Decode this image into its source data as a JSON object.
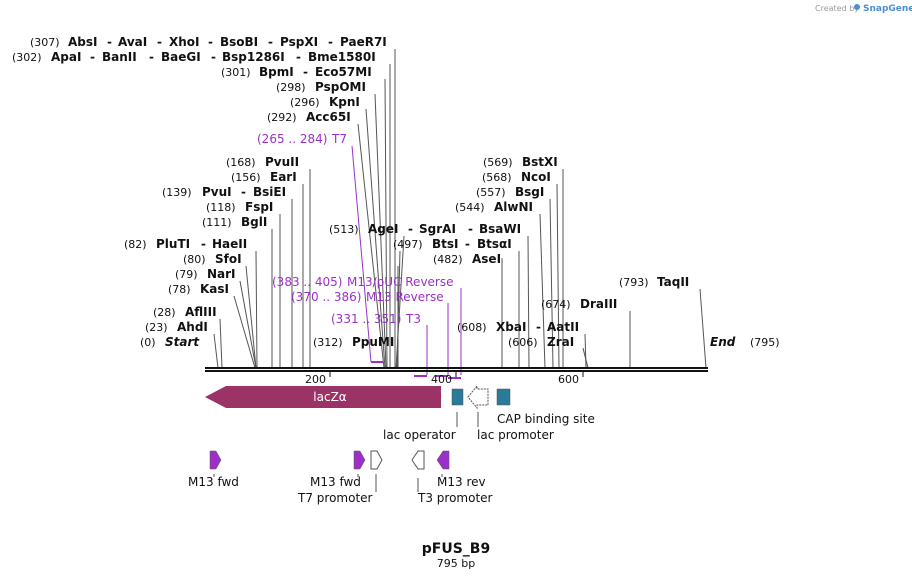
{
  "credit": {
    "text": "Created by",
    "brand": "SnapGene"
  },
  "map": {
    "name": "pFUS_B9",
    "length_label": "795 bp",
    "ticks": [
      "200",
      "400",
      "600"
    ],
    "start_label": "Start",
    "start_pos": "(0)",
    "end_label": "End",
    "end_pos": "(795)"
  },
  "sites": [
    {
      "pos": "(307)",
      "names": [
        "AbsI",
        "AvaI",
        "XhoI",
        "BsoBI",
        "PspXI",
        "PaeR7I"
      ]
    },
    {
      "pos": "(302)",
      "names": [
        "ApaI",
        "BanII",
        "BaeGI",
        "Bsp1286I",
        "Bme1580I"
      ]
    },
    {
      "pos": "(301)",
      "names": [
        "BpmI",
        "Eco57MI"
      ]
    },
    {
      "pos": "(298)",
      "names": [
        "PspOMI"
      ]
    },
    {
      "pos": "(296)",
      "names": [
        "KpnI"
      ]
    },
    {
      "pos": "(292)",
      "names": [
        "Acc65I"
      ]
    },
    {
      "pos": "(168)",
      "names": [
        "PvuII"
      ]
    },
    {
      "pos": "(156)",
      "names": [
        "EarI"
      ]
    },
    {
      "pos": "(139)",
      "names": [
        "PvuI",
        "BsiEI"
      ]
    },
    {
      "pos": "(118)",
      "names": [
        "FspI"
      ]
    },
    {
      "pos": "(111)",
      "names": [
        "BglI"
      ]
    },
    {
      "pos": "(82)",
      "names": [
        "PluTI",
        "HaeII"
      ]
    },
    {
      "pos": "(80)",
      "names": [
        "SfoI"
      ]
    },
    {
      "pos": "(79)",
      "names": [
        "NarI"
      ]
    },
    {
      "pos": "(78)",
      "names": [
        "KasI"
      ]
    },
    {
      "pos": "(28)",
      "names": [
        "AflIII"
      ]
    },
    {
      "pos": "(23)",
      "names": [
        "AhdI"
      ]
    },
    {
      "pos": "(513)",
      "names": [
        "AgeI",
        "SgrAI",
        "BsaWI"
      ]
    },
    {
      "pos": "(497)",
      "names": [
        "BtsI",
        "BtsαI"
      ]
    },
    {
      "pos": "(482)",
      "names": [
        "AseI"
      ]
    },
    {
      "pos": "(312)",
      "names": [
        "PpuMI"
      ]
    },
    {
      "pos": "(569)",
      "names": [
        "BstXI"
      ]
    },
    {
      "pos": "(568)",
      "names": [
        "NcoI"
      ]
    },
    {
      "pos": "(557)",
      "names": [
        "BsgI"
      ]
    },
    {
      "pos": "(544)",
      "names": [
        "AlwNI"
      ]
    },
    {
      "pos": "(674)",
      "names": [
        "DraIII"
      ]
    },
    {
      "pos": "(608)",
      "names": [
        "XbaI",
        "AatII"
      ]
    },
    {
      "pos": "(606)",
      "names": [
        "ZraI"
      ]
    },
    {
      "pos": "(793)",
      "names": [
        "TaqII"
      ]
    }
  ],
  "primer_binding": [
    {
      "range": "(265 .. 284)",
      "name": "T7"
    },
    {
      "range": "(383 .. 405)",
      "name": "M13/pUC Reverse"
    },
    {
      "range": "(370 .. 386)",
      "name": "M13 Reverse"
    },
    {
      "range": "(331 .. 351)",
      "name": "T3"
    }
  ],
  "features": {
    "lacz": "lacZα",
    "lac_operator": "lac operator",
    "lac_promoter": "lac promoter",
    "cap_site": "CAP binding site",
    "m13_fwd_1": "M13 fwd",
    "m13_fwd_2": "M13 fwd",
    "t7_promoter": "T7 promoter",
    "t3_promoter": "T3 promoter",
    "m13_rev": "M13 rev"
  },
  "colors": {
    "lacz": "#9b3366",
    "teal": "#2a7a99",
    "primer": "#9b30c9",
    "brand": "#4a8fd0"
  }
}
